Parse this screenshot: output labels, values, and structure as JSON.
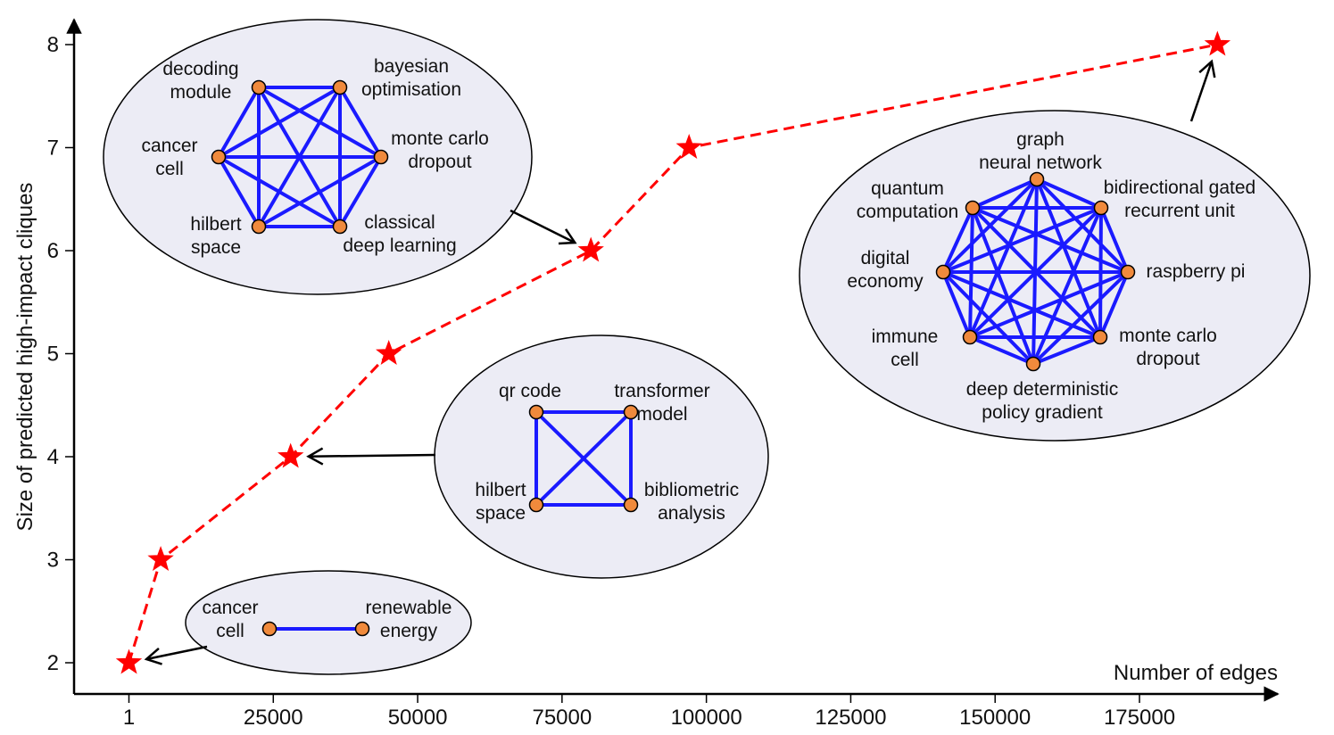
{
  "chart_data": {
    "type": "line",
    "xlabel": "Number of edges",
    "ylabel": "Size of predicted high-impact cliques",
    "x_ticks": [
      "1",
      "25000",
      "50000",
      "75000",
      "100000",
      "125000",
      "150000",
      "175000"
    ],
    "y_ticks": [
      "2",
      "3",
      "4",
      "5",
      "6",
      "7",
      "8"
    ],
    "xlim": [
      -12000,
      197000
    ],
    "ylim": [
      1.7,
      8.3
    ],
    "series": [
      {
        "line_style": "dashed",
        "marker": "star",
        "color": "#ff0000",
        "points": [
          {
            "x": 1,
            "y": 2
          },
          {
            "x": 5500,
            "y": 3
          },
          {
            "x": 28000,
            "y": 4
          },
          {
            "x": 45000,
            "y": 5
          },
          {
            "x": 80000,
            "y": 6
          },
          {
            "x": 97000,
            "y": 7
          },
          {
            "x": 188500,
            "y": 8
          }
        ]
      }
    ],
    "cliques": [
      {
        "size": 2,
        "points_to": {
          "x": 1,
          "y": 2
        },
        "nodes": [
          {
            "label": [
              "cancer",
              "cell"
            ]
          },
          {
            "label": [
              "renewable",
              "energy"
            ]
          }
        ]
      },
      {
        "size": 4,
        "points_to": {
          "x": 28000,
          "y": 4
        },
        "nodes": [
          {
            "label": [
              "qr code"
            ]
          },
          {
            "label": [
              "transformer",
              "model"
            ]
          },
          {
            "label": [
              "bibliometric",
              "analysis"
            ]
          },
          {
            "label": [
              "hilbert",
              "space"
            ]
          }
        ]
      },
      {
        "size": 6,
        "points_to": {
          "x": 80000,
          "y": 6
        },
        "nodes": [
          {
            "label": [
              "decoding",
              "module"
            ]
          },
          {
            "label": [
              "bayesian",
              "optimisation"
            ]
          },
          {
            "label": [
              "monte carlo",
              "dropout"
            ]
          },
          {
            "label": [
              "classical",
              "deep learning"
            ]
          },
          {
            "label": [
              "hilbert",
              "space"
            ]
          },
          {
            "label": [
              "cancer",
              "cell"
            ]
          }
        ]
      },
      {
        "size": 8,
        "points_to": {
          "x": 188500,
          "y": 8
        },
        "nodes": [
          {
            "label": [
              "graph",
              "neural network"
            ]
          },
          {
            "label": [
              "bidirectional gated",
              "recurrent unit"
            ]
          },
          {
            "label": [
              "raspberry pi"
            ]
          },
          {
            "label": [
              "monte carlo",
              "dropout"
            ]
          },
          {
            "label": [
              "deep deterministic",
              "policy gradient"
            ]
          },
          {
            "label": [
              "immune",
              "cell"
            ]
          },
          {
            "label": [
              "digital",
              "economy"
            ]
          },
          {
            "label": [
              "quantum",
              "computation"
            ]
          }
        ]
      }
    ],
    "colors": {
      "series": "#ff0000",
      "edge": "#1a1aff",
      "node_fill": "#f08a3c",
      "ellipse_fill": "#ececf5",
      "axis": "#000000"
    }
  }
}
